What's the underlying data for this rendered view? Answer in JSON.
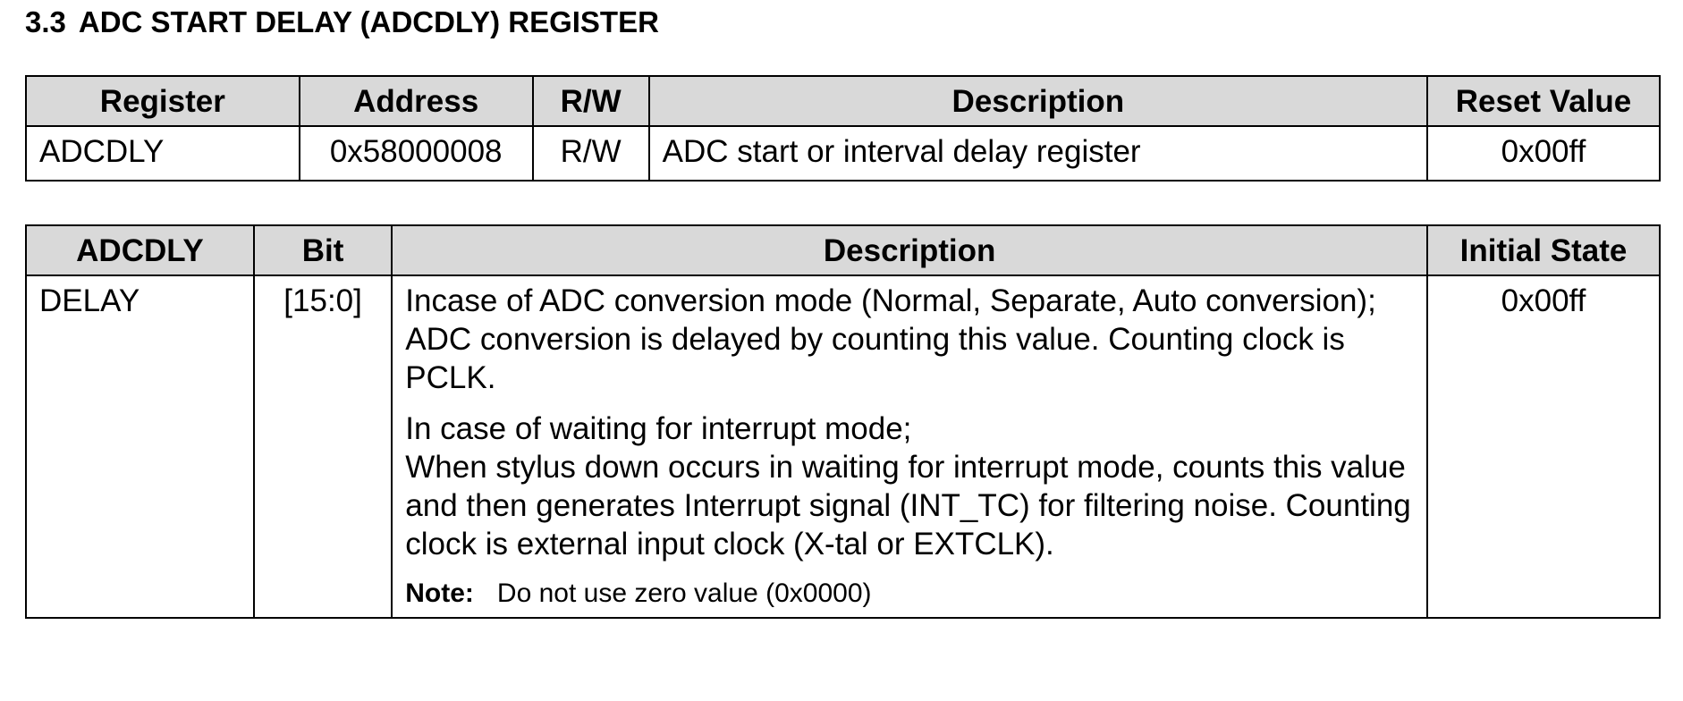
{
  "section": {
    "number": "3.3",
    "title": "ADC START DELAY (ADCDLY) REGISTER"
  },
  "register_table": {
    "headers": [
      "Register",
      "Address",
      "R/W",
      "Description",
      "Reset Value"
    ],
    "row": [
      "ADCDLY",
      "0x58000008",
      "R/W",
      "ADC start or interval delay register",
      "0x00ff"
    ]
  },
  "bit_table": {
    "headers": [
      "ADCDLY",
      "Bit",
      "Description",
      "Initial State"
    ],
    "row": {
      "field": "DELAY",
      "bit": "[15:0]",
      "desc_line_1": "Incase of ADC conversion mode (Normal, Separate, Auto conversion);",
      "desc_line_2": "ADC conversion is delayed by counting this value. Counting clock is PCLK.",
      "desc_line_3": "In case of waiting for interrupt mode;",
      "desc_line_4": "When stylus down occurs in waiting for interrupt mode, counts this value and then generates Interrupt signal (INT_TC) for filtering noise. Counting clock is external input clock (X-tal or EXTCLK).",
      "note_label": "Note:",
      "note_text": "Do not use zero value (0x0000)",
      "initial_state": "0x00ff"
    }
  }
}
